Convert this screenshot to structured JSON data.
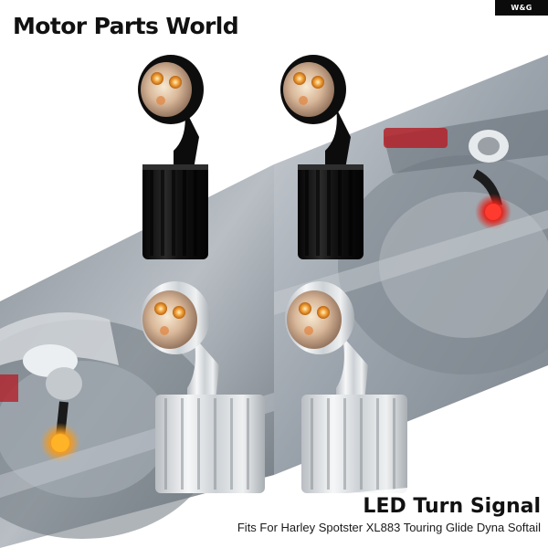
{
  "brand": {
    "name": "Motor Parts World",
    "badge": "W&G"
  },
  "product": {
    "title": "LED Turn Signal",
    "fitment": "Fits For Harley Spotster XL883 Touring Glide Dyna Softail"
  },
  "colors": {
    "black_finish": "#141414",
    "chrome_finish": "#d9dde0",
    "amber_lens": "#f2a23a",
    "red_glow": "#e0221c"
  }
}
